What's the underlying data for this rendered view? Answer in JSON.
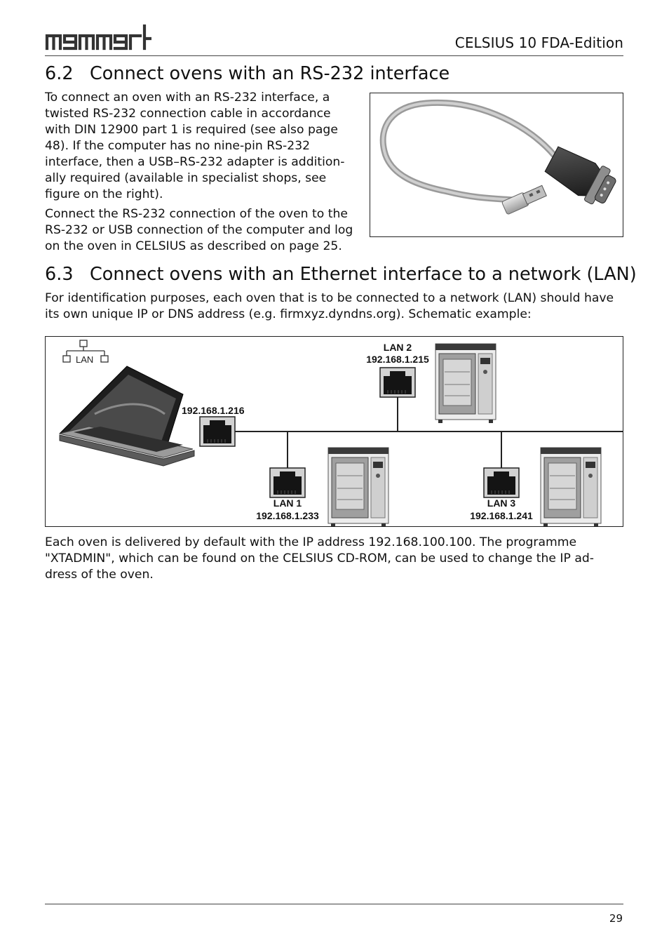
{
  "header": {
    "brand": "memmert",
    "doc_title": "CELSIUS 10 FDA-Edition"
  },
  "section_6_2": {
    "number": "6.2",
    "title": "Connect ovens with an RS-232 interface",
    "lines_p1": [
      "To connect an oven with an RS-232 interface, a",
      "twisted RS-232 connection cable in accordance",
      "with DIN 12900 part 1 is required (see also page",
      "48). If the computer has no nine-pin RS-232",
      "interface, then a USB–RS-232 adapter is addition-",
      "ally required (available in specialist shops, see",
      "figure on the right)."
    ],
    "lines_p2": [
      "Connect the RS-232 connection of the oven to the",
      "RS-232 or USB connection of the computer and log",
      "on the oven in CELSIUS as described on page 25."
    ]
  },
  "section_6_3": {
    "number": "6.3",
    "title": "Connect ovens with an Ethernet interface to a network (LAN)",
    "lines_intro": [
      "For identification purposes, each oven that is to be connected to a network (LAN) should have",
      "its own unique IP or DNS address (e.g. firmxyz.dyndns.org). Schematic example:"
    ],
    "lines_after": [
      "Each oven is delivered by default with the IP address 192.168.100.100. The programme",
      "\"XTADMIN\", which can be found on the CELSIUS CD-ROM, can be used to change the IP ad-",
      "dress of the oven."
    ]
  },
  "diagram": {
    "lan_symbol_label": "LAN",
    "computer_ip": "192.168.1.216",
    "lan1": {
      "name": "LAN 1",
      "ip": "192.168.1.233"
    },
    "lan2": {
      "name": "LAN 2",
      "ip": "192.168.1.215"
    },
    "lan3": {
      "name": "LAN 3",
      "ip": "192.168.1.241"
    }
  },
  "footer": {
    "page_number": "29"
  }
}
